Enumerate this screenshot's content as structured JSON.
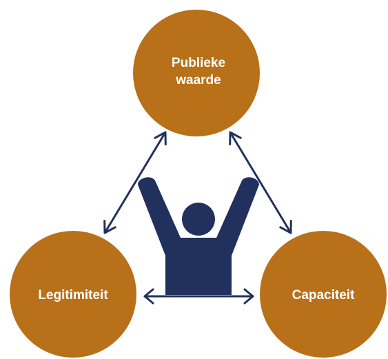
{
  "colors": {
    "node_fill": "#B87019",
    "arrow_stroke": "#22305E",
    "person_fill": "#22305E",
    "label_text": "#FFFFFF",
    "background": "#FFFFFF"
  },
  "nodes": {
    "top": {
      "label_line1": "Publieke",
      "label_line2": "waarde"
    },
    "left": {
      "label": "Legitimiteit"
    },
    "right": {
      "label": "Capaciteit"
    }
  },
  "center_icon": "person-arms-raised-icon",
  "arrows": [
    {
      "from": "top",
      "to": "left",
      "bidirectional": true
    },
    {
      "from": "top",
      "to": "right",
      "bidirectional": true
    },
    {
      "from": "left",
      "to": "right",
      "bidirectional": true
    }
  ]
}
